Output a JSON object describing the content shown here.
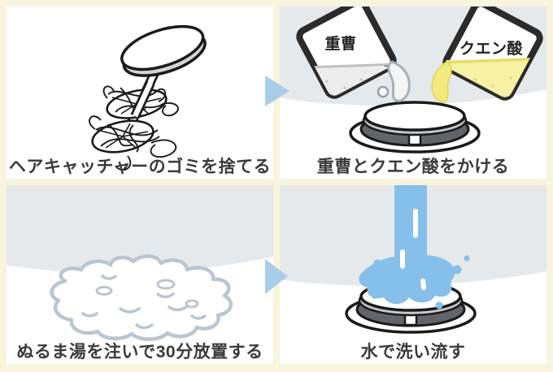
{
  "panels": [
    {
      "id": "step-1",
      "caption": "ヘアキャッチャーのゴミを捨てる"
    },
    {
      "id": "step-2",
      "caption": "重曹とクエン酸をかける",
      "packet_left_label": "重曹",
      "packet_right_label": "クエン酸"
    },
    {
      "id": "step-3",
      "caption": "ぬるま湯を注いで30分放置する"
    },
    {
      "id": "step-4",
      "caption": "水で洗い流す"
    }
  ],
  "colors": {
    "frame_background": "#f8f4dd",
    "panel_background": "#ffffff",
    "wall": "#e6e9ec",
    "arrow": "#a9cde9",
    "water": "#85c0ea",
    "baking_soda_powder": "#ededed",
    "citric_powder": "#f7f1a4",
    "citric_stream": "#f3ea80",
    "puddle_outline": "#b9c6d2",
    "drain_dark": "#616569",
    "drain_light_rim": "#c6c8ca",
    "line_art": "#1a1a1a",
    "caption_text": "#3a3a3a"
  }
}
